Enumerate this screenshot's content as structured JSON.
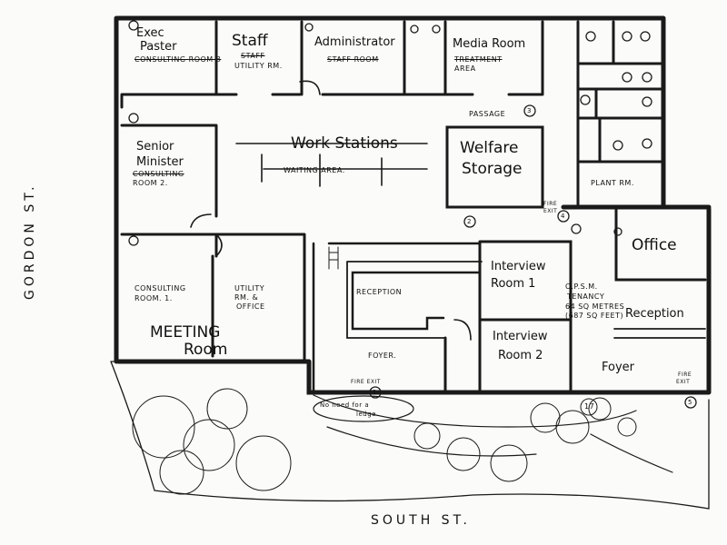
{
  "rooms": {
    "exec_pastor": [
      "Exec",
      "Paster"
    ],
    "exec_pastor_old": [
      "CONSULTING",
      "ROOM 3"
    ],
    "staff": "Staff",
    "staff_old": [
      "STAFF",
      "UTILITY RM."
    ],
    "administrator": "Administrator",
    "administrator_old": "STAFF ROOM",
    "media_room": "Media Room",
    "media_room_old": [
      "TREATMENT",
      "AREA"
    ],
    "passage": "PASSAGE",
    "work_stations": "Work Stations",
    "waiting_area": "WAITING  AREA.",
    "welfare_storage": [
      "Welfare",
      "Storage"
    ],
    "plant_room": "PLANT RM.",
    "senior_minister": [
      "Senior",
      "Minister"
    ],
    "senior_minister_old": [
      "CONSULTING",
      "ROOM 2."
    ],
    "consulting_room_1": [
      "CONSULTING",
      "ROOM. 1."
    ],
    "utility_office": [
      "UTILITY",
      "RM. &",
      "OFFICE"
    ],
    "meeting_room": [
      "MEETING",
      "Room"
    ],
    "reception_main": "RECEPTION",
    "foyer_main": "FOYER.",
    "office": "Office",
    "interview_room_1": [
      "Interview",
      "Room 1"
    ],
    "interview_room_2": [
      "Interview",
      "Room 2"
    ],
    "opsm_tenancy": [
      "O.P.S.M.",
      "TENANCY",
      "64 SQ METRES",
      "(687 SQ FEET)"
    ],
    "reception_opsm": "Reception",
    "foyer_opsm": "Foyer"
  },
  "exits": {
    "fire_exit_label": [
      "FIRE",
      "EXIT"
    ],
    "markers": [
      "1",
      "2",
      "3",
      "4",
      "5"
    ]
  },
  "notes": {
    "ledge_note": [
      "No need for a",
      "ledge."
    ],
    "tree_number": "17"
  },
  "streets": {
    "south": "SOUTH  ST.",
    "gordon": "GORDON  ST."
  },
  "colors": {
    "ink": "#1a1a1a",
    "paper": "#fbfbf9"
  }
}
